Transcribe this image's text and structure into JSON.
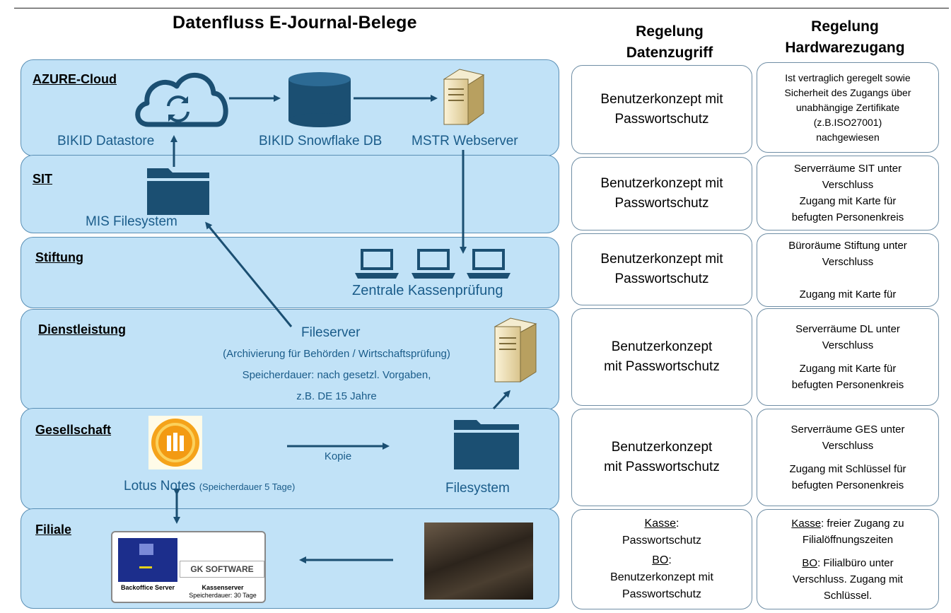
{
  "title": "Datenfluss E-Journal-Belege",
  "columns": {
    "datenzugriff": [
      "Regelung",
      "Datenzugriff"
    ],
    "hardwarezugang": [
      "Regelung",
      "Hardwarezugang"
    ]
  },
  "bands": [
    {
      "label": "AZURE-Cloud"
    },
    {
      "label": "SIT"
    },
    {
      "label": "Stiftung"
    },
    {
      "label": "Dienstleistung"
    },
    {
      "label": "Gesellschaft"
    },
    {
      "label": "Filiale"
    }
  ],
  "nodes": {
    "datastore": "BIKID Datastore",
    "snowflake": "BIKID Snowflake DB",
    "webserver": "MSTR Webserver",
    "mis": "MIS Filesystem",
    "zentrale": "Zentrale Kassenprüfung",
    "fileserver": "Fileserver",
    "fileserver_desc1": "(Archivierung für Behörden / Wirtschaftsprüfung)",
    "fileserver_desc2": "Speicherdauer: nach gesetzl. Vorgaben,",
    "fileserver_desc3": "z.B. DE 15 Jahre",
    "lotus": "Lotus Notes",
    "lotus_note": "(Speicherdauer 5 Tage)",
    "kopie": "Kopie",
    "filesystem": "Filesystem",
    "gk_software": "GK SOFTWARE",
    "backoffice": "Backoffice Server",
    "kassenserver": "Kassenserver",
    "kassenserver_note": "Speicherdauer: 30 Tage"
  },
  "datenzugriff": [
    {
      "lines": [
        "Benutzerkonzept mit",
        "Passwortschutz"
      ]
    },
    {
      "lines": [
        "Benutzerkonzept mit",
        "Passwortschutz"
      ]
    },
    {
      "lines": [
        "Benutzerkonzept mit",
        "Passwortschutz"
      ]
    },
    {
      "lines": [
        "Benutzerkonzept",
        "mit Passwortschutz"
      ]
    },
    {
      "lines": [
        "Benutzerkonzept",
        "mit Passwortschutz"
      ]
    }
  ],
  "filiale_datenzugriff": {
    "kasse_label": "Kasse",
    "kasse_text": "Passwortschutz",
    "bo_label": "BO",
    "bo_text1": "Benutzerkonzept mit",
    "bo_text2": "Passwortschutz"
  },
  "hardwarezugang": [
    {
      "lines": [
        "Ist vertraglich geregelt sowie",
        "Sicherheit des Zugangs über",
        "unabhängige Zertifikate",
        "(z.B.ISO27001)",
        "nachgewiesen"
      ]
    },
    {
      "lines": [
        "Serverräume SIT unter",
        "Verschluss",
        "Zugang mit Karte für",
        "befugten Personenkreis"
      ]
    },
    {
      "lines": [
        "Büroräume Stiftung unter",
        "Verschluss",
        "",
        "Zugang mit Karte für"
      ]
    },
    {
      "lines": [
        "Serverräume DL unter",
        "Verschluss",
        "Zugang mit Karte für",
        "befugten Personenkreis"
      ]
    },
    {
      "lines": [
        "Serverräume GES unter",
        "Verschluss",
        "Zugang mit Schlüssel für",
        "befugten Personenkreis"
      ]
    }
  ],
  "filiale_hardwarezugang": {
    "kasse_label": "Kasse",
    "kasse_text1": ": freier Zugang zu",
    "kasse_text2": "Filialöffnungszeiten",
    "bo_label": "BO",
    "bo_text1": ": Filialbüro unter",
    "bo_text2": "Verschluss. Zugang mit",
    "bo_text3": "Schlüssel."
  },
  "colors": {
    "band_fill": "#c1e2f7",
    "band_border": "#5a8fb5",
    "icon_dark": "#1b4f72",
    "label_blue": "#1a5c8a"
  },
  "icons": [
    "cloud-sync-icon",
    "database-icon",
    "server-icon",
    "folder-icon",
    "laptop-icon",
    "lotus-notes-logo",
    "pos-terminal-photo"
  ]
}
